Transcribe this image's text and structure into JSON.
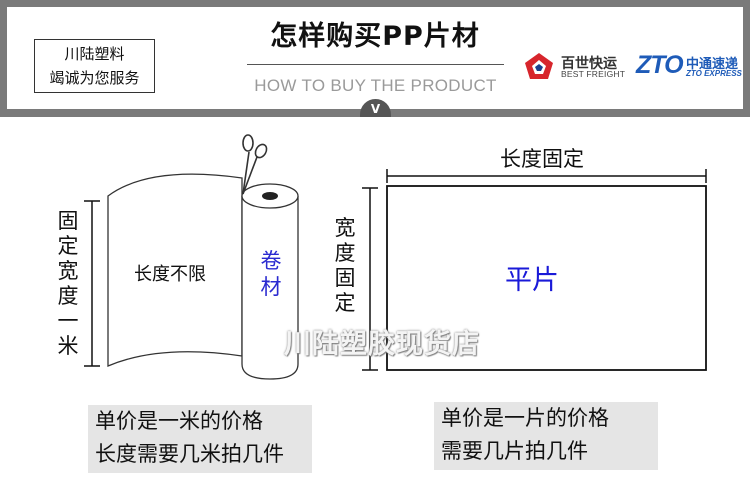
{
  "header": {
    "brand_line1": "川陆塑料",
    "brand_line2": "竭诚为您服务",
    "title": "怎样购买PP片材",
    "subtitle": "HOW TO BUY THE PRODUCT",
    "v_mark": "V"
  },
  "logos": {
    "best": {
      "cn": "百世快运",
      "en": "BEST FREIGHT"
    },
    "zto": {
      "mark": "ZTO",
      "cn": "中通速递",
      "en": "ZTO EXPRESS"
    }
  },
  "roll": {
    "fixed_width_vertical": [
      "固",
      "定",
      "宽",
      "度",
      "一",
      "米"
    ],
    "length_label": "长度不限",
    "roll_label": [
      "卷",
      "材"
    ]
  },
  "sheet": {
    "length_fixed": "长度固定",
    "width_fixed_vertical": [
      "宽",
      "度",
      "固",
      "定"
    ],
    "label": "平片"
  },
  "watermark": "川陆塑胶现货店",
  "notes": {
    "roll_line1": "单价是一米的价格",
    "roll_line2": "长度需要几米拍几件",
    "sheet_line1": "单价是一片的价格",
    "sheet_line2": "需要几片拍几件"
  }
}
